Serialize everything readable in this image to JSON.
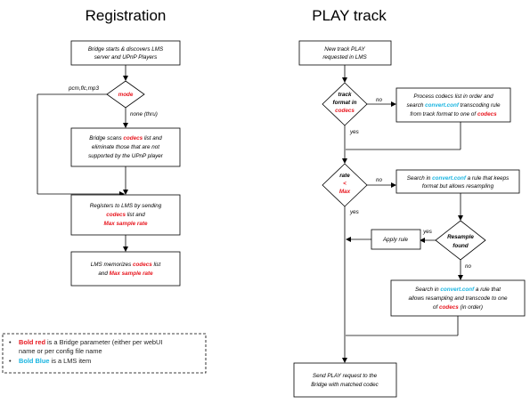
{
  "registration": {
    "title": "Registration",
    "step1": [
      "Bridge starts & discovers LMS",
      "server and UPnP Players"
    ],
    "mode_label": "mode",
    "mode_left": "pcm,flc,mp3",
    "mode_down": "none (thru)",
    "step2_l1": [
      "Bridge scans ",
      "codecs",
      " list and"
    ],
    "step2_l2": "eliminate those that are not",
    "step2_l3": "supported by the UPnP player",
    "step3_l1": "Registers to LMS by sending",
    "step3_l2": [
      "codecs",
      " list and"
    ],
    "step3_l3": "Max sample rate",
    "step4_l1": [
      "LMS memorizes ",
      "codecs",
      " list"
    ],
    "step4_l2": [
      "and ",
      "Max sample rate"
    ]
  },
  "play": {
    "title": "PLAY track",
    "start": [
      "New track PLAY",
      "requested in LMS"
    ],
    "dec1": [
      "track",
      "format in",
      "codecs"
    ],
    "dec1_no": "no",
    "dec1_yes": "yes",
    "proc1_l1": "Process codecs list in order and",
    "proc1_l2": [
      "search ",
      "convert.conf",
      " transcoding rule"
    ],
    "proc1_l3": [
      "from track format to one of ",
      "codecs"
    ],
    "dec2": [
      "rate",
      "<",
      "Max"
    ],
    "dec2_no": "no",
    "dec2_yes": "yes",
    "proc2_l1": [
      "Search in ",
      "convert.conf",
      " a rule that keeps"
    ],
    "proc2_l2": "format but allows resampling",
    "dec3": [
      "Resample",
      "found"
    ],
    "dec3_yes": "yes",
    "dec3_no": "no",
    "apply": "Apply rule",
    "proc3_l1": [
      "Search in ",
      "convert.conf",
      " a rule that"
    ],
    "proc3_l2": "allows resampling and transcode to one",
    "proc3_l3": [
      "of ",
      "codecs",
      " (in order)"
    ],
    "end": [
      "Send PLAY request to the",
      "Bridge with matched codec"
    ]
  },
  "legend": {
    "item1_bold": "Bold red",
    "item1_rest": " is a Bridge parameter (either per webUI",
    "item1_cont": "name or per config file name",
    "item2_bold": "Bold Blue",
    "item2_rest": " is a LMS item",
    "bullet_color": "#e8171f",
    "red_color": "#e8171f",
    "blue_color": "#18b4e0"
  }
}
